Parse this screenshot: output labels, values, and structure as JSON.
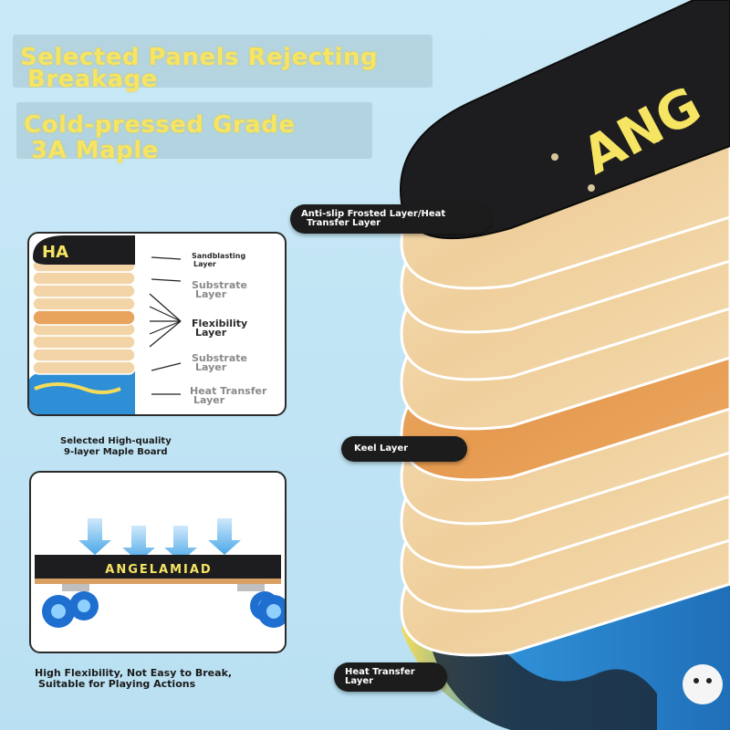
{
  "headlines": {
    "line1": "Selected Panels Rejecting",
    "line2": "Breakage",
    "line3": "Cold-pressed Grade",
    "line4": "3A Maple"
  },
  "layer_diagram": {
    "labels": [
      {
        "l1": "Sandblasting",
        "l2": "Layer"
      },
      {
        "l1": "Substrate",
        "l2": "Layer"
      },
      {
        "l1": "Flexibility",
        "l2": "Layer"
      },
      {
        "l1": "Substrate",
        "l2": "Layer"
      },
      {
        "l1": "Heat Transfer",
        "l2": "Layer"
      }
    ],
    "caption1": "Selected High-quality",
    "caption2": "9-layer Maple Board",
    "deck_brand_fragment": "HA"
  },
  "flex_panel": {
    "brand": "ANGELAMIAD",
    "caption1": "High Flexibility, Not Easy to Break,",
    "caption2": "Suitable for Playing Actions"
  },
  "main_deck": {
    "brand_fragment": "ANG",
    "callouts": {
      "top1": "Anti-slip Frosted Layer/Heat",
      "top2": "Transfer Layer",
      "keel": "Keel Layer",
      "bottom1": "Heat Transfer",
      "bottom2": "Layer"
    }
  },
  "colors": {
    "background": "#c2e6f5",
    "headline": "#f6e463",
    "maple": "#f2d4a6",
    "keel": "#e8a35c",
    "griptape": "#1d1d1f",
    "graphic_blue": "#2f8fd6",
    "graphic_yellow": "#f3dc5a",
    "arrow_blue": "#4aa7e8"
  }
}
